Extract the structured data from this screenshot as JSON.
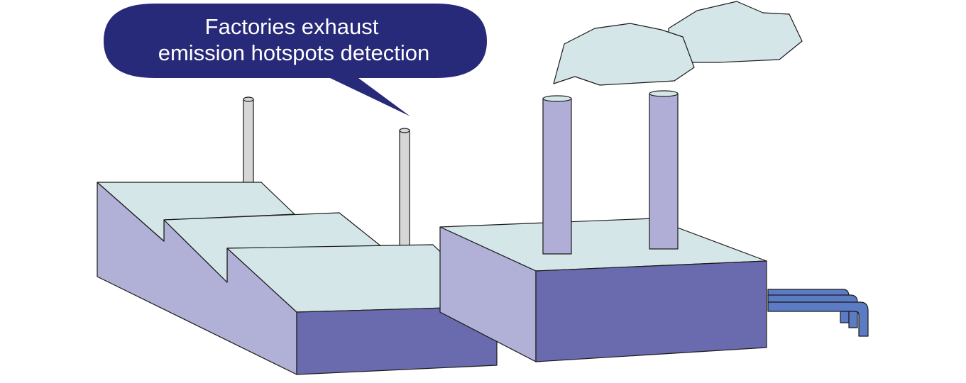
{
  "callout": {
    "line1": "Factories exhaust",
    "line2": "emission hotspots detection"
  },
  "colors": {
    "callout_fill": "#272979",
    "roof": "#d4e6e8",
    "wall_side": "#b1b0d6",
    "wall_front": "#6a6aae",
    "thin_stack": "#d6d6d6",
    "chimney": "#b0aed6",
    "smoke": "#d4e6e8",
    "pipe": "#5b7bc4"
  },
  "icons": [
    "speech-bubble",
    "factory-building",
    "smokestack",
    "smoke-cloud",
    "pipe"
  ]
}
